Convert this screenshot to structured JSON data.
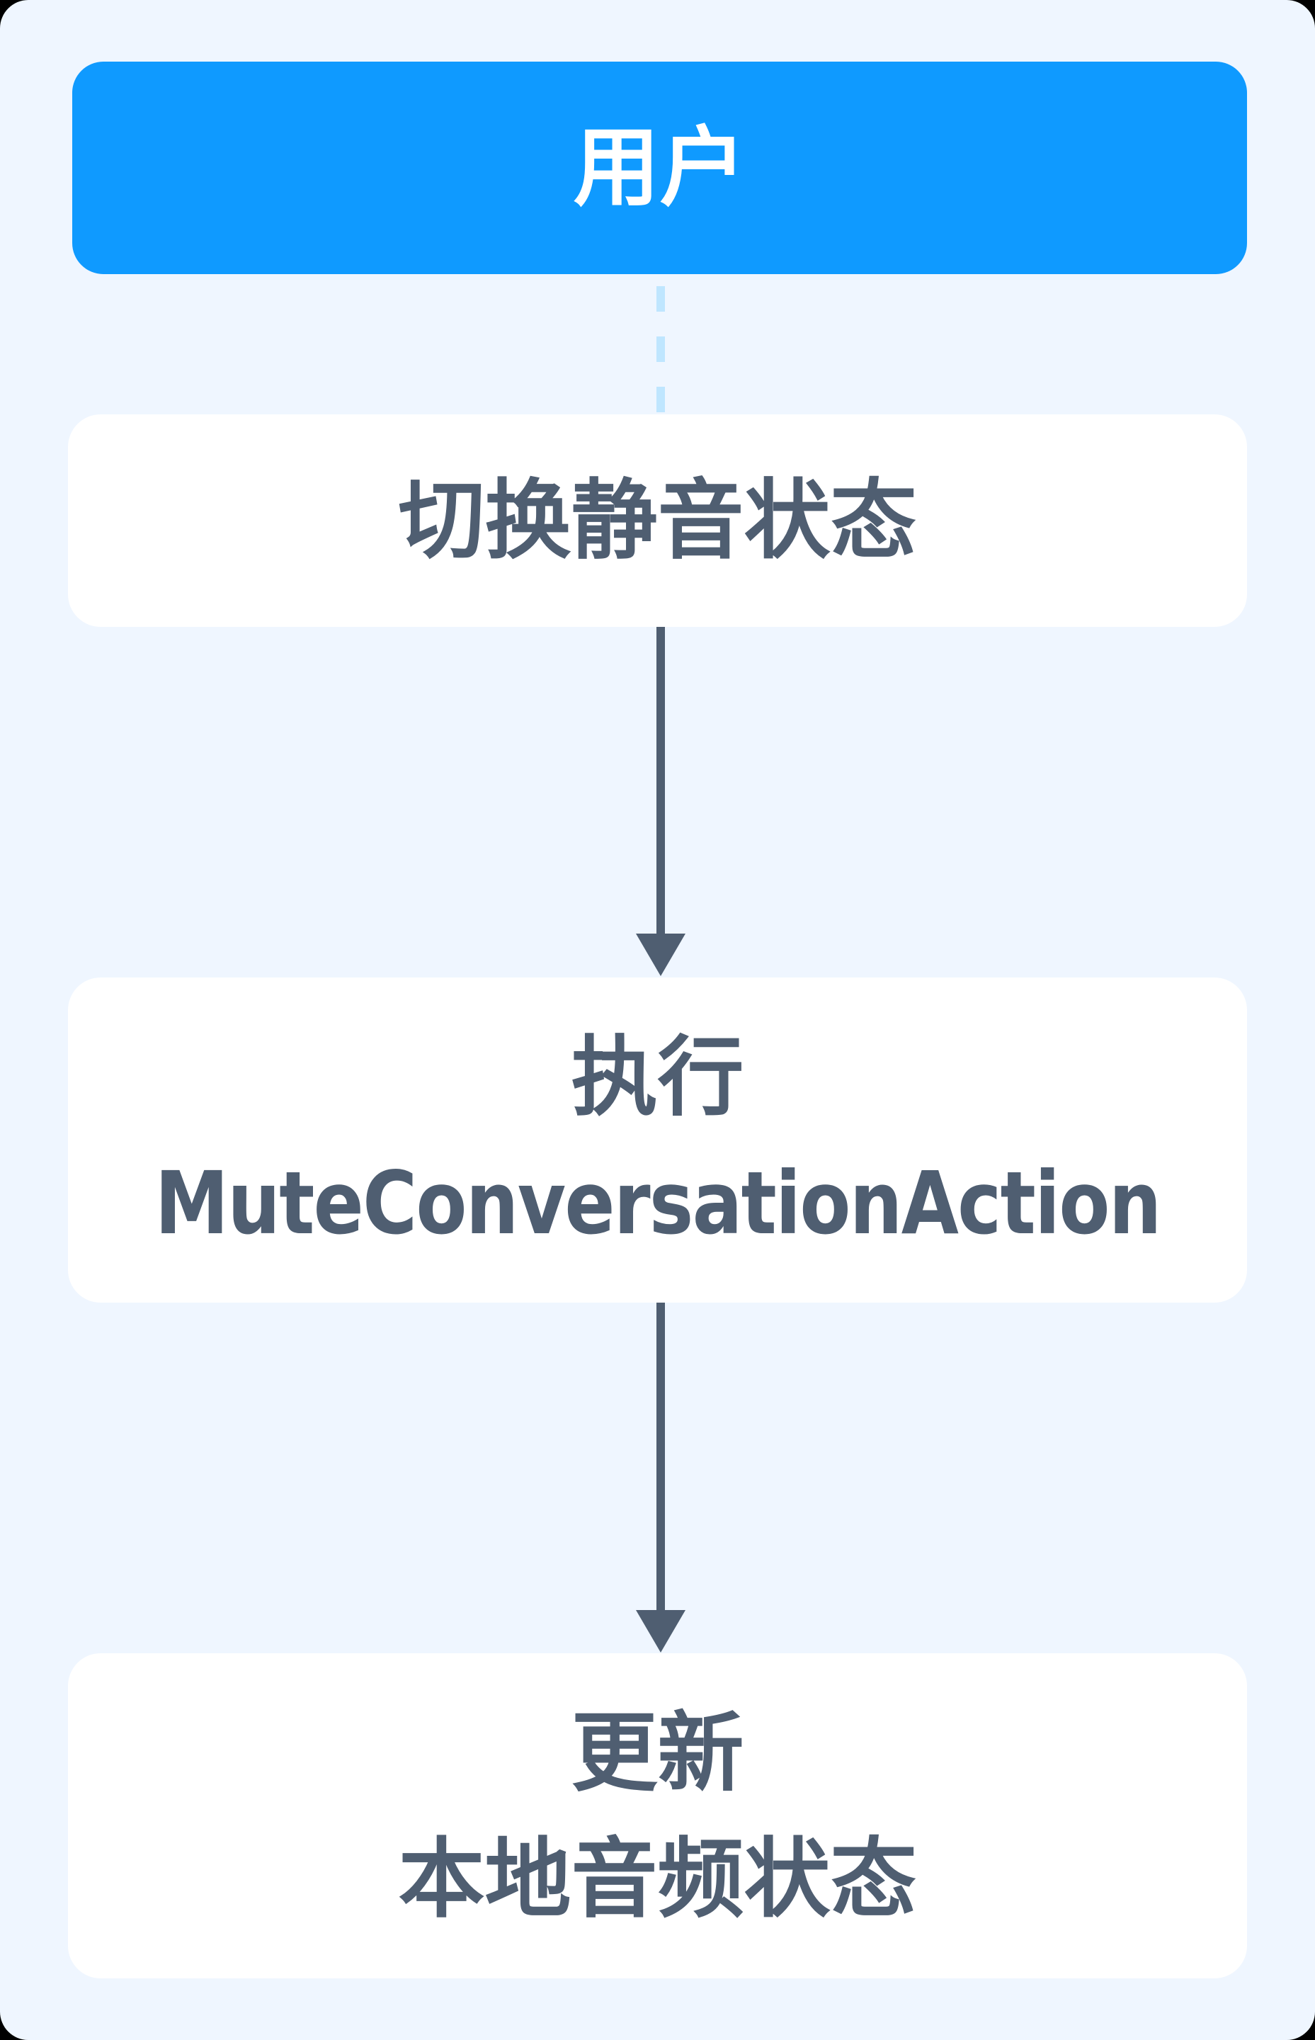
{
  "diagram": {
    "type": "flowchart",
    "direction": "top-to-bottom",
    "nodes": [
      {
        "id": "user",
        "lines": [
          "用户"
        ],
        "style": "actor"
      },
      {
        "id": "toggle",
        "lines": [
          "切换静音状态"
        ],
        "style": "step"
      },
      {
        "id": "execute",
        "lines": [
          "执行",
          "MuteConversationAction"
        ],
        "style": "step"
      },
      {
        "id": "update",
        "lines": [
          "更新",
          "本地音频状态"
        ],
        "style": "step"
      }
    ],
    "edges": [
      {
        "from": "user",
        "to": "toggle",
        "style": "dashed",
        "arrow": false
      },
      {
        "from": "toggle",
        "to": "execute",
        "style": "solid",
        "arrow": true
      },
      {
        "from": "execute",
        "to": "update",
        "style": "solid",
        "arrow": true
      }
    ],
    "colors": {
      "background": "#eff6ff",
      "actor_fill": "#0f9aff",
      "actor_text": "#ffffff",
      "step_fill": "#ffffff",
      "step_text": "#4f5e71",
      "arrow": "#4f5e71",
      "dashed_connector": "#bfe6ff"
    }
  }
}
